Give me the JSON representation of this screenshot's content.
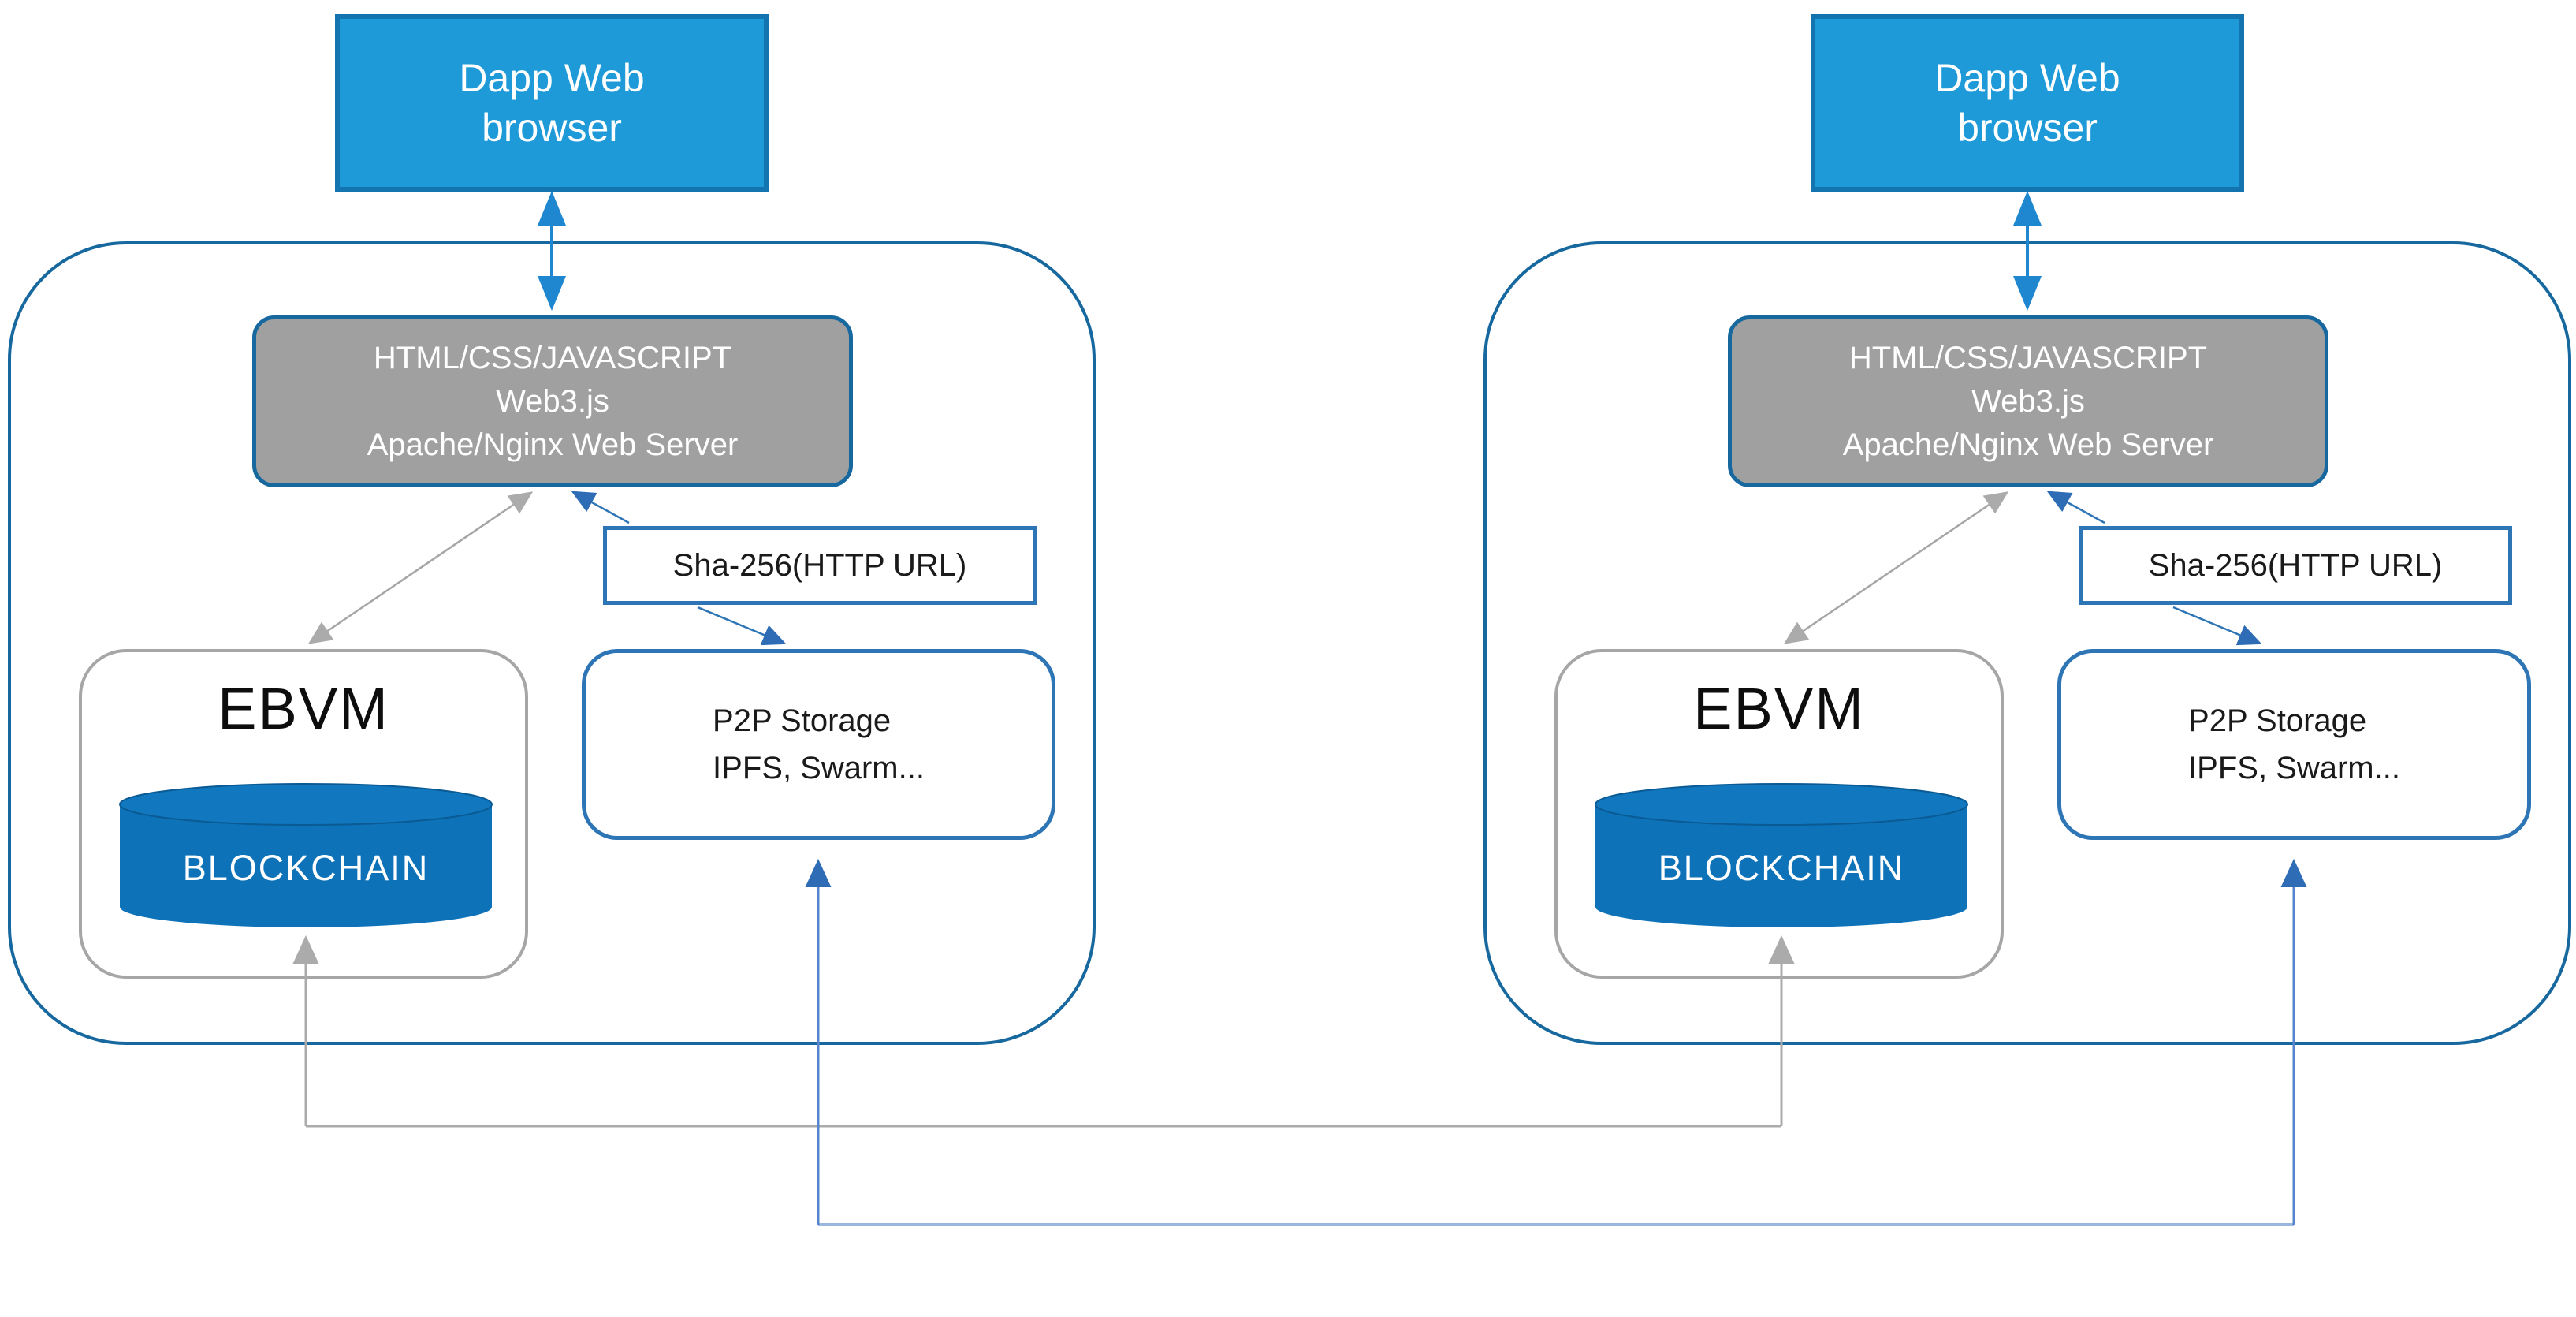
{
  "colors": {
    "node_fill_blue": "#1E9AD8",
    "node_border_blue": "#1474B0",
    "arrow_blue": "#1E87D0",
    "container_border": "#16689E",
    "server_box_fill": "#A0A0A0",
    "gray_line": "#A6A6A6",
    "connector_gray": "#ABABAB",
    "box_border_royal": "#2E75B6",
    "arrow_navy": "#2E6DB5",
    "cylinder_fill": "#0E72B8",
    "cylinder_top_fill": "#1177BE",
    "cylinder_top_stroke": "#0A5A94",
    "connector_blue": "#5585CC",
    "connector_light_blue": "#9AB7DF",
    "text_dark": "#1A1A1A",
    "text_white": "#FFFFFF"
  },
  "nodes": [
    {
      "side": "left",
      "browser": {
        "lines": [
          "Dapp Web",
          "browser"
        ]
      },
      "web_server": {
        "lines": [
          "HTML/CSS/JAVASCRIPT",
          "Web3.js",
          "Apache/Nginx Web Server"
        ]
      },
      "sha": {
        "label": "Sha-256(HTTP URL)"
      },
      "ebvm": {
        "label": "EBVM"
      },
      "blockchain": {
        "label": "BLOCKCHAIN"
      },
      "p2p": {
        "lines": [
          "P2P Storage",
          "IPFS, Swarm..."
        ]
      }
    },
    {
      "side": "right",
      "browser": {
        "lines": [
          "Dapp Web",
          "browser"
        ]
      },
      "web_server": {
        "lines": [
          "HTML/CSS/JAVASCRIPT",
          "Web3.js",
          "Apache/Nginx Web Server"
        ]
      },
      "sha": {
        "label": "Sha-256(HTTP URL)"
      },
      "ebvm": {
        "label": "EBVM"
      },
      "blockchain": {
        "label": "BLOCKCHAIN"
      },
      "p2p": {
        "lines": [
          "P2P Storage",
          "IPFS, Swarm..."
        ]
      }
    }
  ]
}
